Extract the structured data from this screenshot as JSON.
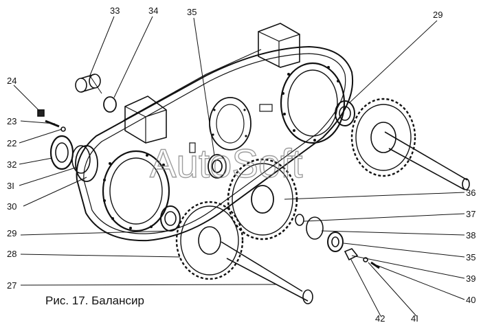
{
  "caption": "Рис. 17. Балансир",
  "watermark": "AutoSoft",
  "callouts": [
    {
      "id": "c33",
      "text": "33"
    },
    {
      "id": "c34",
      "text": "34"
    },
    {
      "id": "c35t",
      "text": "35"
    },
    {
      "id": "c29t",
      "text": "29"
    },
    {
      "id": "c24",
      "text": "24"
    },
    {
      "id": "c23",
      "text": "23"
    },
    {
      "id": "c22",
      "text": "22"
    },
    {
      "id": "c32",
      "text": "32"
    },
    {
      "id": "c31",
      "text": "3I"
    },
    {
      "id": "c30",
      "text": "30"
    },
    {
      "id": "c29l",
      "text": "29"
    },
    {
      "id": "c28",
      "text": "28"
    },
    {
      "id": "c27",
      "text": "27"
    },
    {
      "id": "c36",
      "text": "36"
    },
    {
      "id": "c37",
      "text": "37"
    },
    {
      "id": "c38",
      "text": "38"
    },
    {
      "id": "c35r",
      "text": "35"
    },
    {
      "id": "c39",
      "text": "39"
    },
    {
      "id": "c40",
      "text": "40"
    },
    {
      "id": "c42",
      "text": "42"
    },
    {
      "id": "c41",
      "text": "4I"
    }
  ]
}
